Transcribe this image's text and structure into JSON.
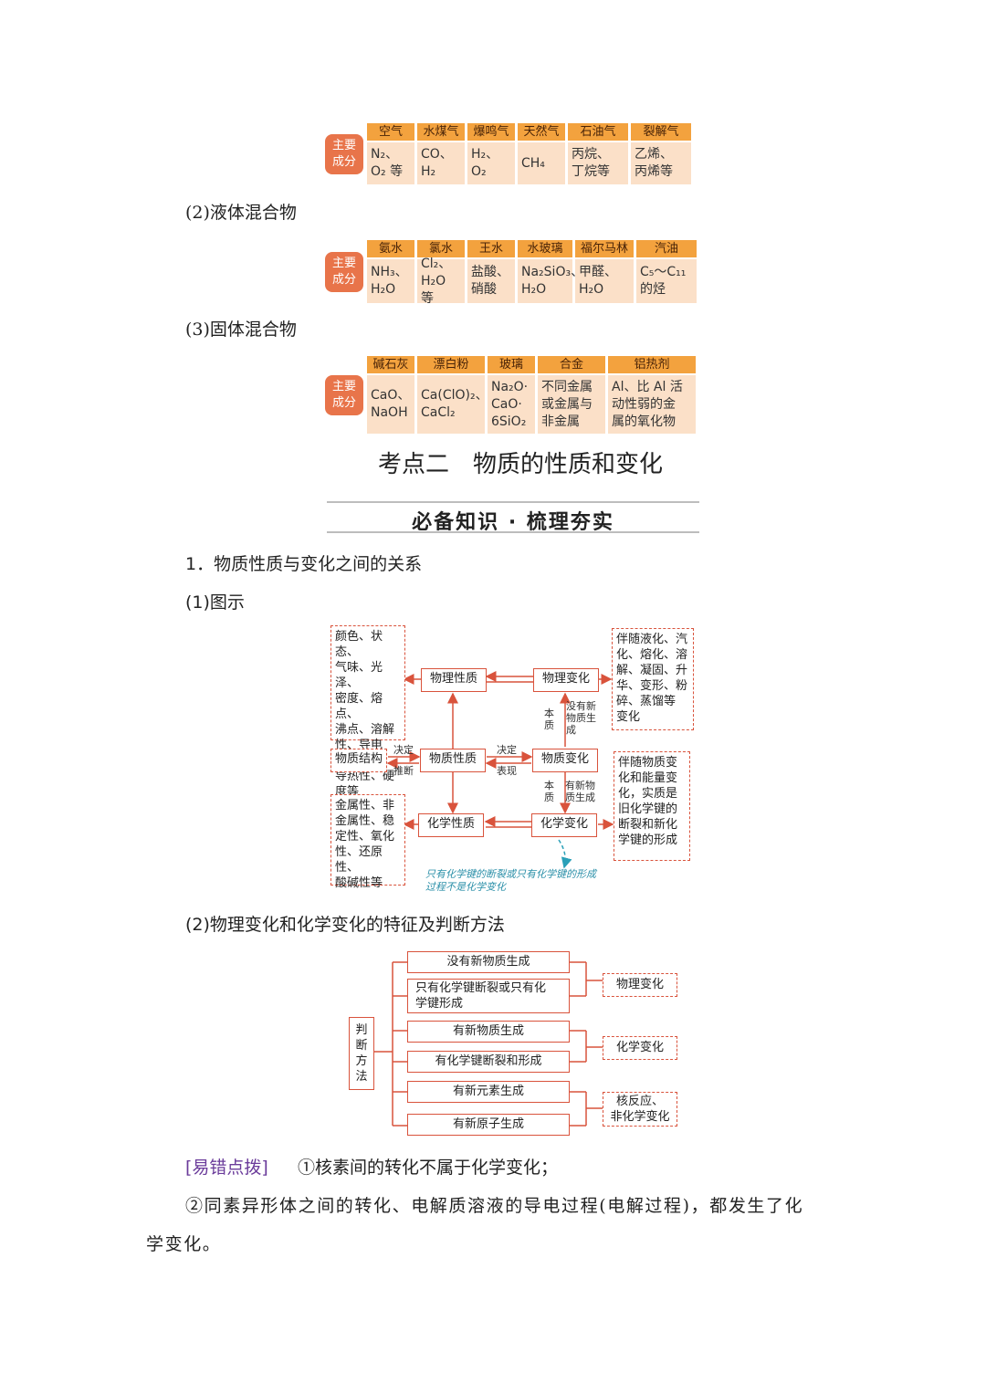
{
  "tables": [
    {
      "tag": "主要\n成分",
      "columns": [
        {
          "head": "空气",
          "body": "N₂、\nO₂ 等"
        },
        {
          "head": "水煤气",
          "body": "CO、\nH₂"
        },
        {
          "head": "爆鸣气",
          "body": "H₂、\nO₂"
        },
        {
          "head": "天然气",
          "body": "CH₄"
        },
        {
          "head": "石油气",
          "body": "丙烷、\n丁烷等"
        },
        {
          "head": "裂解气",
          "body": "乙烯、\n丙烯等"
        }
      ]
    },
    {
      "tag": "主要\n成分",
      "columns": [
        {
          "head": "氨水",
          "body": "NH₃、\nH₂O"
        },
        {
          "head": "氯水",
          "body": "Cl₂、\nH₂O 等"
        },
        {
          "head": "王水",
          "body": "盐酸、\n硝酸"
        },
        {
          "head": "水玻璃",
          "body": "Na₂SiO₃、\nH₂O"
        },
        {
          "head": "福尔马林",
          "body": "甲醛、\nH₂O"
        },
        {
          "head": "汽油",
          "body": "C₅～C₁₁\n的烃"
        }
      ]
    },
    {
      "tag": "主要\n成分",
      "columns": [
        {
          "head": "碱石灰",
          "body": "CaO、\nNaOH"
        },
        {
          "head": "漂白粉",
          "body": "Ca(ClO)₂、\nCaCl₂"
        },
        {
          "head": "玻璃",
          "body": "Na₂O·\nCaO·\n6SiO₂"
        },
        {
          "head": "合金",
          "body": "不同金属\n或金属与\n非金属"
        },
        {
          "head": "铝热剂",
          "body": "Al、比 Al 活\n动性弱的金\n属的氧化物"
        }
      ]
    }
  ],
  "labels": {
    "liquid": "(2)液体混合物",
    "solid": "(3)固体混合物",
    "section_title": "考点二　物质的性质和变化",
    "banner": "必备知识 · 梳理夯实",
    "item1": "1．物质性质与变化之间的关系",
    "sub1": "(1)图示",
    "sub2": "(2)物理变化和化学变化的特征及判断方法"
  },
  "diagram1": {
    "left_top": "颜色、状态、\n气味、光泽、\n密度、熔点、\n沸点、溶解\n性、导电性、\n导热性、硬\n度等",
    "left_mid": "物质结构",
    "left_bottom": "金属性、非\n金属性、稳\n定性、氧化\n性、还原性、\n酸碱性等",
    "phys_prop": "物理性质",
    "sub_prop": "物质性质",
    "chem_prop": "化学性质",
    "phys_change": "物理变化",
    "sub_change": "物质变化",
    "chem_change": "化学变化",
    "decide1": "决定",
    "infer": "推断",
    "decide2": "决定",
    "express": "表现",
    "essence1": "本\n质",
    "no_new": "没有新\n物质生\n成",
    "essence2": "本\n质",
    "has_new": "有新物\n质生成",
    "right_top": "伴随液化、汽\n化、熔化、溶\n解、凝固、升\n华、变形、粉\n碎、蒸馏等\n变化",
    "right_bottom": "伴随物质变\n化和能量变\n化，实质是\n旧化学键的\n断裂和新化\n学键的形成",
    "note": "只有化学键的断裂或只有化学键的形成\n过程不是化学变化"
  },
  "diagram2": {
    "method": "判\n断\n方\n法",
    "items": [
      "没有新物质生成",
      "只有化学键断裂或只有化\n学键形成",
      "有新物质生成",
      "有化学键断裂和形成",
      "有新元素生成",
      "有新原子生成"
    ],
    "results": [
      "物理变化",
      "化学变化",
      "核反应、\n非化学变化"
    ]
  },
  "tip": {
    "label": "[易错点拨]",
    "line1": "①核素间的转化不属于化学变化；",
    "line2": "②同素异形体之间的转化、电解质溶液的导电过程(电解过程)，都发生了化",
    "line3": "学变化。"
  }
}
